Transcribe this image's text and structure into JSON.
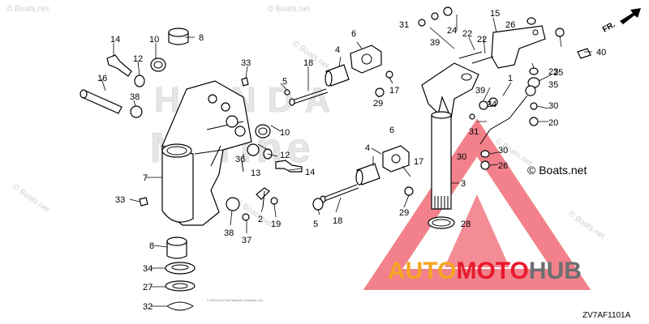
{
  "diagram_code": "ZV7AF1101A",
  "direction_label": "FR.",
  "background_brand": {
    "line1": "HONDA",
    "line2": "Marine"
  },
  "copyright_text": "© 2004-2017 Ari Network Services, Inc.",
  "watermark": "© Boats.net",
  "watermark_big": "© Boats.net",
  "logo": {
    "auto": "AUTO",
    "moto": "MOTO",
    "hub": "HUB",
    "color_red": "#e8192c",
    "color_orange": "#f5a623",
    "color_gray": "#6d6e71"
  },
  "part_numbers": [
    "1",
    "2",
    "3",
    "4",
    "5",
    "6",
    "7",
    "8",
    "10",
    "12",
    "13",
    "14",
    "15",
    "16",
    "17",
    "18",
    "19",
    "20",
    "22",
    "23",
    "24",
    "25",
    "26",
    "27",
    "28",
    "29",
    "30",
    "31",
    "32",
    "33",
    "34",
    "35",
    "36",
    "37",
    "38",
    "39",
    "40"
  ]
}
